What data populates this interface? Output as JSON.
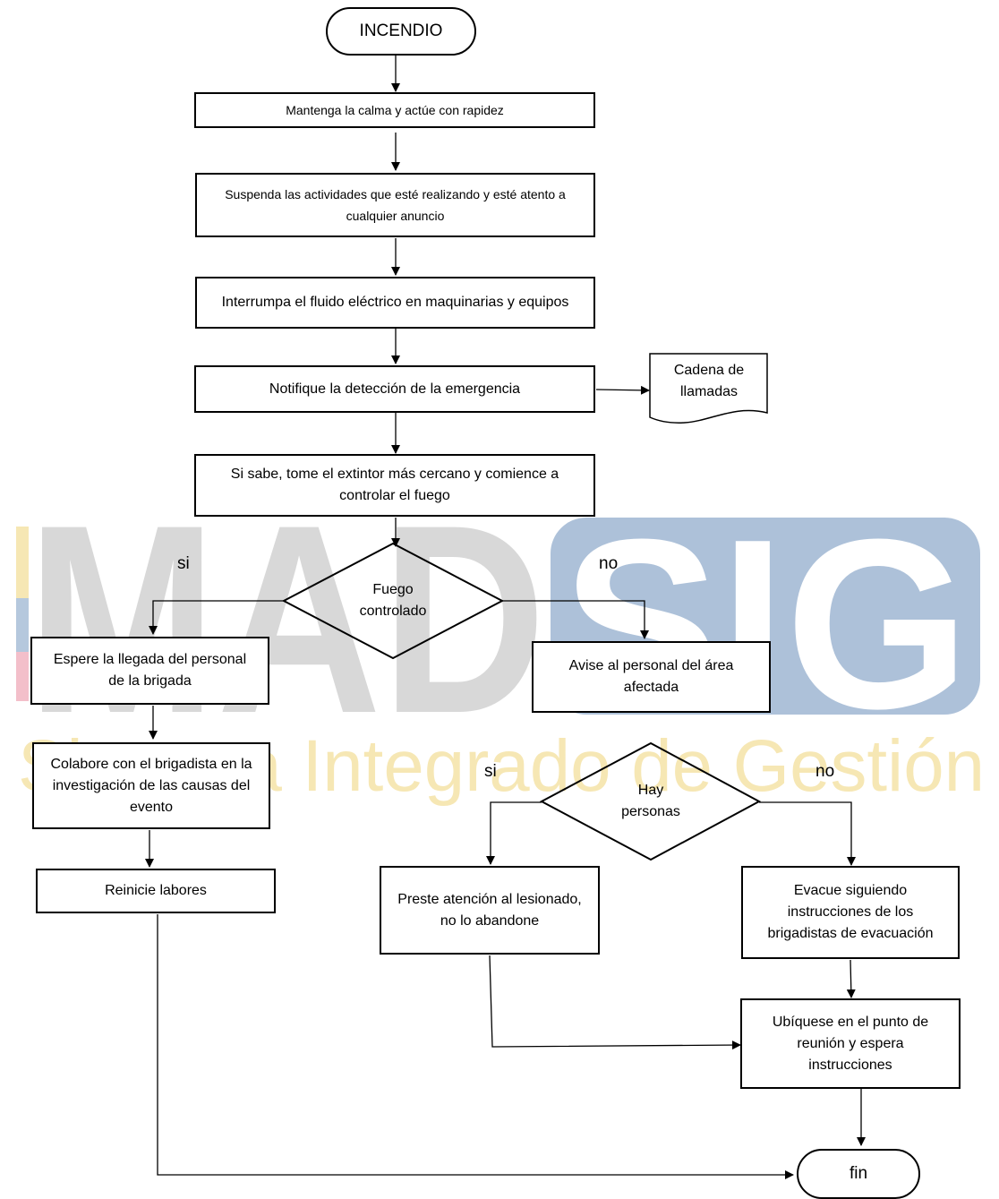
{
  "watermark": {
    "logo_text": "MADSIG",
    "logo_left": "MAD",
    "logo_right": "SIG",
    "subtitle": "Sistema Integrado de Gestión"
  },
  "colors": {
    "watermark_gray": "#d2d2d2",
    "watermark_blue": "#9fb7d3",
    "watermark_yellow": "#f5e3a8",
    "watermark_pink": "#f2b5c1",
    "line": "#000000"
  },
  "flowchart": {
    "start": "INCENDIO",
    "steps": {
      "calm": "Mantenga la calma y actúe con rapidez",
      "suspend": "Suspenda las actividades que esté realizando y esté atento a\ncualquier anuncio",
      "power": "Interrumpa el fluido eléctrico en maquinarias y equipos",
      "notify": "Notifique la detección de la emergencia",
      "chain": "Cadena de\nllamadas",
      "extinguish": "Si sabe, tome el extintor más cercano y comience a\ncontrolar el fuego",
      "wait_brigade": "Espere la llegada del personal\nde la brigada",
      "collaborate": "Colabore con el brigadista en la\ninvestigación de las causas del\nevento",
      "restart": "Reinicie labores",
      "warn_area": "Avise al personal del área\nafectada",
      "attend": "Preste atención al lesionado,\nno lo abandone",
      "evacuate": "Evacue siguiendo\ninstrucciones de los\nbrigadistas de evacuación",
      "meeting": "Ubíquese en el punto de\nreunión y espera\ninstrucciones"
    },
    "decisions": {
      "fire_controlled": "Fuego\ncontrolado",
      "people": "Hay\npersonas"
    },
    "labels": {
      "fire_yes": "si",
      "fire_no": "no",
      "people_yes": "si",
      "people_no": "no"
    },
    "end": "fin"
  }
}
